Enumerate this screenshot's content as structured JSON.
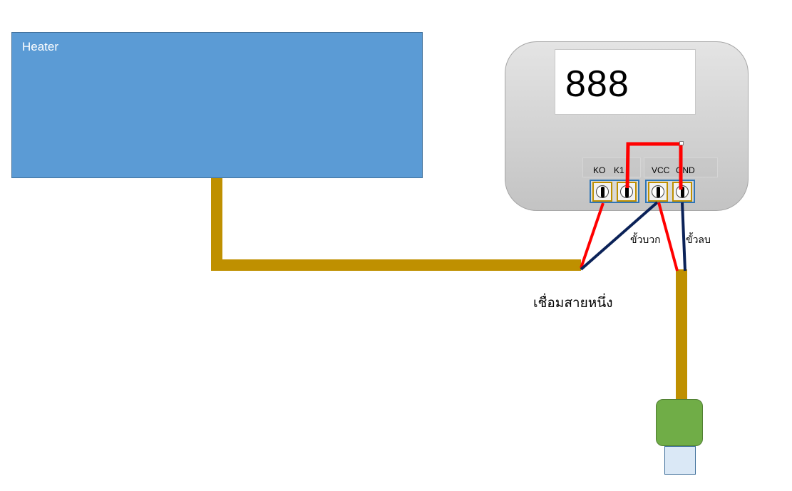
{
  "heater": {
    "label": "Heater"
  },
  "controller": {
    "display": "888",
    "terminals": {
      "k0": "KO",
      "k1": "K1",
      "vcc": "VCC",
      "gnd": "GND"
    }
  },
  "annotations": {
    "positive": "ขั้วบวก",
    "negative": "ขั้วลบ",
    "join": "เชื่อมสายหนึ่ง"
  },
  "colors": {
    "heater_fill": "#5b9bd5",
    "cable": "#bf9000",
    "wire_red": "#ff0000",
    "wire_navy": "#0b2258",
    "probe": "#70ad47"
  }
}
